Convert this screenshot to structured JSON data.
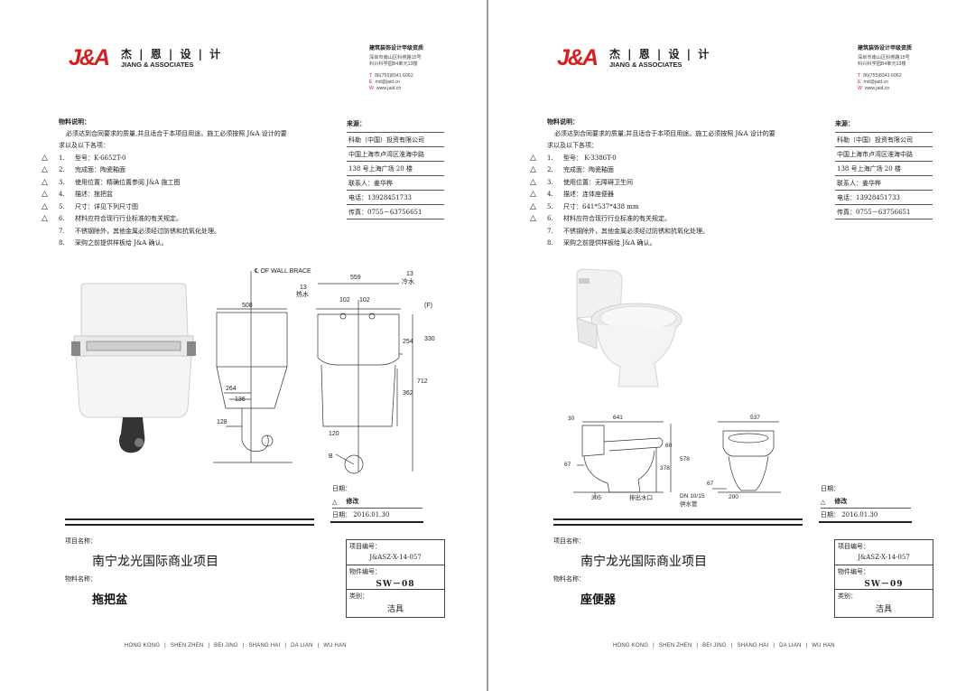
{
  "brand": {
    "logo_mark": "J&A",
    "name_cn": "杰 | 恩 | 设 | 计",
    "name_en": "JIANG & ASSOCIATES",
    "accent_color": "#d42020"
  },
  "contact": {
    "heading": "建筑装饰设计甲级资质",
    "address_line1": "深圳市南山区科苑路15号",
    "address_line2": "科兴科学园B4单元13楼",
    "tel_label": "T",
    "tel": "86(755)8341 6062",
    "email_label": "E",
    "email": "md@jaid.cn",
    "web_label": "W",
    "web": "www.jaid.cn"
  },
  "sheets": [
    {
      "notes": {
        "title": "物料说明：",
        "intro_line1": "必须达到合同要求的质量,并且适合于本项目用途。施工必须按照 J&A 设计的要",
        "intro_line2": "求以及以下各项：",
        "items": [
          {
            "num": "1.",
            "text": "型号：K-6652T-0",
            "mark": "△"
          },
          {
            "num": "2.",
            "text": "完成面：陶瓷釉面",
            "mark": "△"
          },
          {
            "num": "3.",
            "text": "使用位置：精确位置参阅 J&A 施工图",
            "mark": "△"
          },
          {
            "num": "4.",
            "text": "描述：拖把盆",
            "mark": "△"
          },
          {
            "num": "5.",
            "text": "尺寸：详见下列尺寸图",
            "mark": "△"
          },
          {
            "num": "6.",
            "text": "材料应符合现行行业标准的有关规定。",
            "mark": "△"
          },
          {
            "num": "7.",
            "text": "不锈钢除外，其他金属必须经过防锈和抗氧化处理。",
            "mark": ""
          },
          {
            "num": "8.",
            "text": "采购之前提供样板给 J&A 确认。",
            "mark": ""
          }
        ]
      },
      "source": {
        "heading": "来源：",
        "rows": [
          "科勒（中国）投资有限公司",
          "中国上海市卢湾区淮海中路",
          "138 号上海广场 20 楼",
          "联系人：姜华桦",
          "电话：13928451733",
          "传真：0755－63756651"
        ]
      },
      "drawing_labels": {
        "wall_brace": "℄ OF WALL BRACE",
        "d559": "559",
        "d13a": "13",
        "cold": "冷水",
        "d13b": "13",
        "hot": "热水",
        "d102a": "102",
        "d102b": "102",
        "F": "(F)",
        "d508": "508",
        "d254": "254",
        "d330": "330",
        "d712": "712",
        "d362": "362",
        "d264": "264",
        "d136": "136",
        "d128": "128",
        "d120": "120",
        "B": "B"
      },
      "revision": {
        "date_label": "日期：",
        "mark": "△",
        "revise_label": "修改",
        "date_row": "日期： 2016.01.30"
      },
      "project_label": "项目名称：",
      "project_name": "南宁龙光国际商业项目",
      "material_label": "物料名称：",
      "material_name": "拖把盆",
      "info": {
        "project_no_label": "项目编号：",
        "project_no": "J&ASZ-X-14-057",
        "item_no_label": "物件编号：",
        "item_no": "SW－08",
        "category_label": "类别：",
        "category": "洁具"
      }
    },
    {
      "notes": {
        "title": "物料说明：",
        "intro_line1": "必须达到合同要求的质量,并且适合于本项目用途。施工必须按照 J&A 设计的要",
        "intro_line2": "求以及以下各项：",
        "items": [
          {
            "num": "1.",
            "text": "型号： K-3386T-0",
            "mark": "△"
          },
          {
            "num": "2.",
            "text": "完成面：陶瓷釉面",
            "mark": "△"
          },
          {
            "num": "3.",
            "text": "使用位置：无障碍卫生间",
            "mark": "△"
          },
          {
            "num": "4.",
            "text": "描述：连体座便器",
            "mark": "△"
          },
          {
            "num": "5.",
            "text": "尺寸：641*537*438 mm",
            "mark": "△"
          },
          {
            "num": "6.",
            "text": "材料应符合现行行业标准的有关规定。",
            "mark": "△"
          },
          {
            "num": "7.",
            "text": "不锈钢除外，其他金属必须经过防锈和抗氧化处理。",
            "mark": ""
          },
          {
            "num": "8.",
            "text": "采购之前提供样板给 J&A 确认。",
            "mark": ""
          }
        ]
      },
      "source": {
        "heading": "来源：",
        "rows": [
          "科勒（中国）投资有限公司",
          "中国上海市卢湾区淮海中路",
          "138 号上海广场 20 楼",
          "联系人：姜华桦",
          "电话：13928451733",
          "传真：0755－63756651"
        ]
      },
      "drawing_labels": {
        "d30": "30",
        "d641": "641",
        "d537": "537",
        "d60": "60",
        "d578": "578",
        "d378": "378",
        "d67a": "67",
        "d67b": "67",
        "d305": "305",
        "drain": "排出水口",
        "dn": "DN 10/15",
        "supply": "供水管",
        "d200": "200"
      },
      "revision": {
        "date_label": "日期：",
        "mark": "△",
        "revise_label": "修改",
        "date_row": "日期： 2016.01.30"
      },
      "project_label": "项目名称：",
      "project_name": "南宁龙光国际商业项目",
      "material_label": "物料名称：",
      "material_name": "座便器",
      "info": {
        "project_no_label": "项目编号：",
        "project_no": "J&ASZ-X-14-057",
        "item_no_label": "物件编号：",
        "item_no": "SW－09",
        "category_label": "类别：",
        "category": "洁具"
      }
    }
  ],
  "footer": {
    "cities": [
      "HONG KONG",
      "SHEN ZHEN",
      "BEI JING",
      "SHANG HAI",
      "DA LIAN",
      "WU HAN"
    ],
    "separator": "|"
  }
}
